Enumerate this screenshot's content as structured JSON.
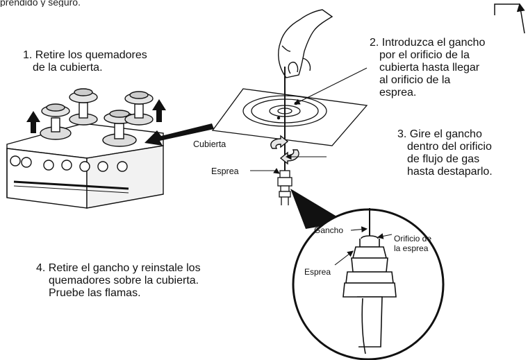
{
  "top_fragment": "prendido y seguro.",
  "steps": {
    "s1": [
      "1. Retire los quemadores",
      "de la cubierta."
    ],
    "s2": [
      "2. Introduzca el gancho",
      "por el orificio de la",
      "cubierta hasta llegar",
      "al orificio de la",
      "esprea."
    ],
    "s3": [
      "3. Gire el gancho",
      "dentro del orificio",
      "de flujo de gas",
      "hasta destaparlo."
    ],
    "s4": [
      "4. Retire el gancho y reinstale los",
      "quemadores sobre la cubierta.",
      "Pruebe las flamas."
    ]
  },
  "labels": {
    "cubierta": "Cubierta",
    "esprea": "Esprea",
    "gancho": "Gancho",
    "esprea_detail": "Esprea",
    "orificio_line1": "Orificio de",
    "orificio_line2": "la esprea"
  },
  "colors": {
    "ink": "#111111",
    "paper": "#ffffff",
    "shade": "#d9d9d9"
  }
}
